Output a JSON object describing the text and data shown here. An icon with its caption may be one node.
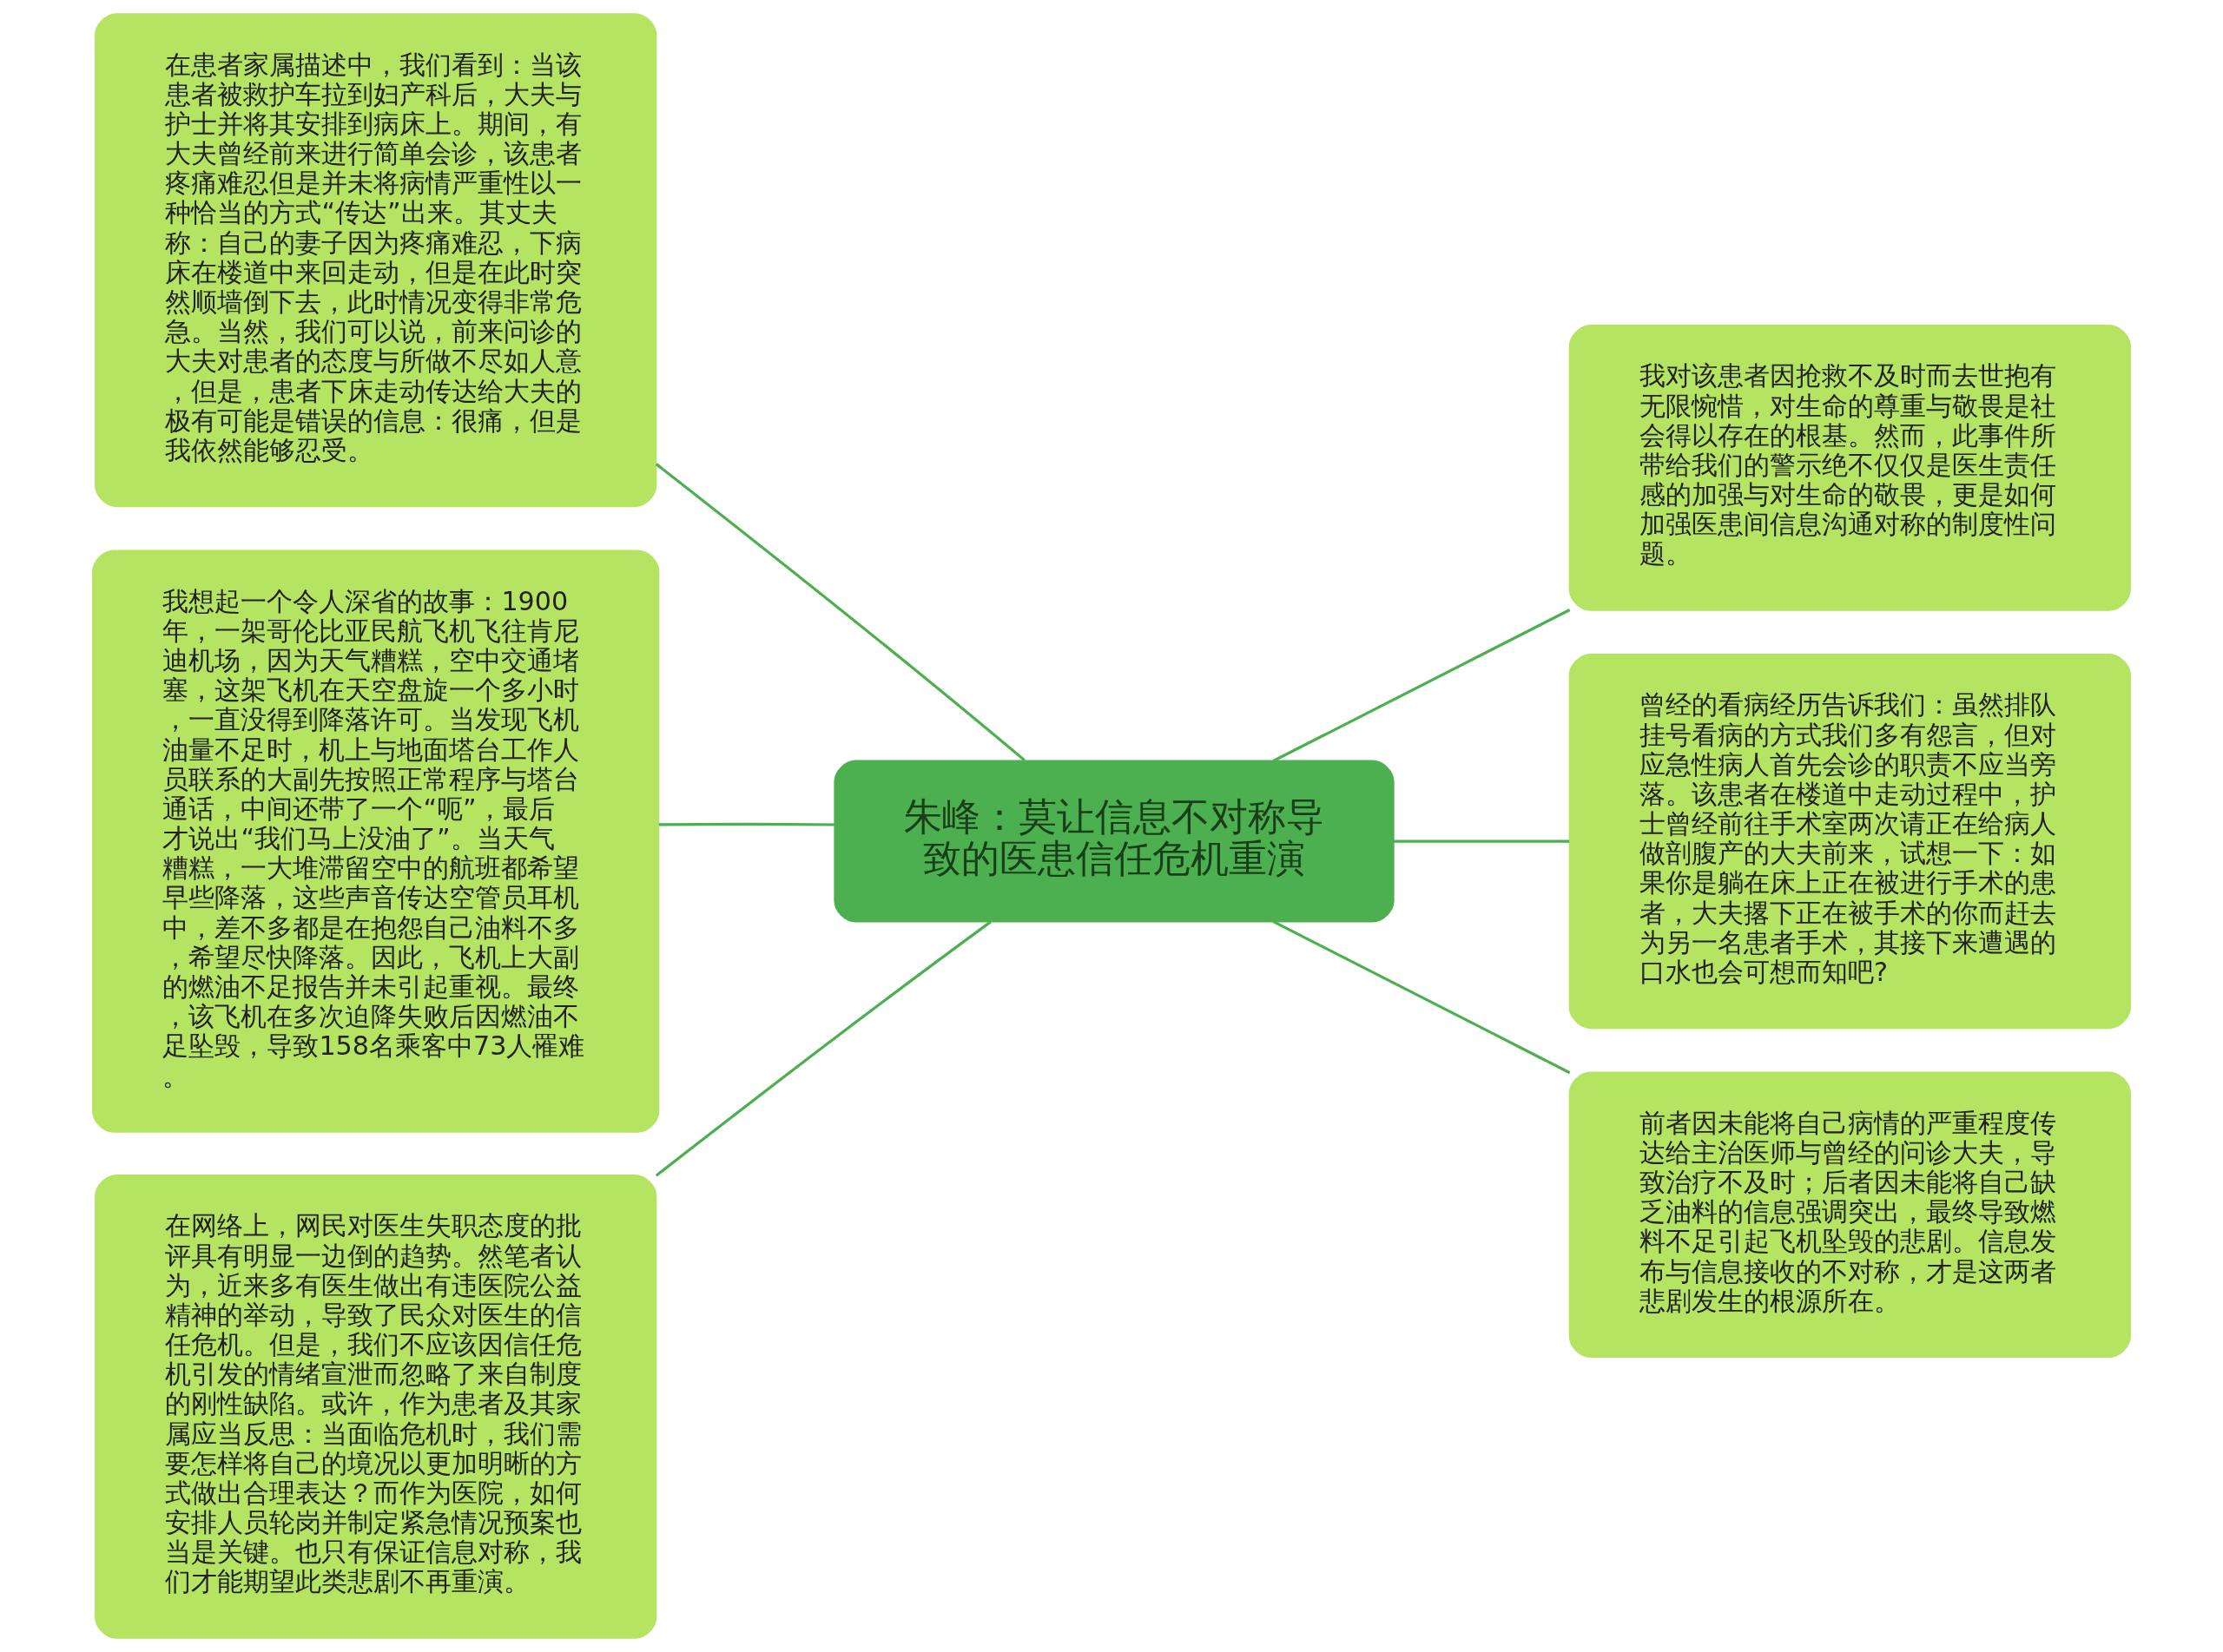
{
  "diagram": {
    "nodes": [
      {
        "text": [
          "朱峰：莫让信息不对称导致的医患信任危机重演"
        ]
      },
      {
        "text": [
          "在患者家属描述中，我们看到：当该患者被救护车拉到妇产科后，大夫与护士并将其安排到病床上。期间，有大夫曾经前来进行简单会诊，该患者疼痛难忍但是并未将病情严重性以一种恰当的方式“传达”出来。其丈夫称：自己的妻子因为疼痛难忍，下病床在楼道中来回走动，但是在此时突然顺墙倒下去，此时情况变得非常危急。当然，我们可以说，前来问诊的大夫对患者的态度与所做不尽如人意，但是，患者下床走动传达给大夫的极有可能是错误的信息：很痛，但是我依然能够忍受。"
        ]
      },
      {
        "text": [
          "我想起一个令人深省的故事：1900年，一架哥伦比亚民航飞机飞往肯尼迪机场，因为天气糟糕，空中交通堵塞，这架飞机在天空盘旋一个多小时，一直没得到降落许可。当发现飞机油量不足时，机上与地面塔台工作人员联系的大副先按照正常程序与塔台通话，中间还带了一个“呃”，最后才说出“我们马上没油了”。当天气糟糕，一大堆滞留空中的航班都希望早些降落，这些声音传达空管员耳机中，差不多都是在抱怨自己油料不多，希望尽快降落。因此，飞机上大副的燃油不足报告并未引起重视。最终，该飞机在多次迫降失败后因燃油不足坠毁，导致158名乘客中73人罹难。"
        ]
      },
      {
        "text": [
          "在网络上，网民对医生失职态度的批评具有明显一边倒的趋势。然笔者认为，近来多有医生做出有违医院公益精神的举动，导致了民众对医生的信任危机。但是，我们不应该因信任危机引发的情绪宣泄而忽略了来自制度的刚性缺陷。或许，作为患者及其家属应当反思：当面临危机时，我们需要怎样将自己的境况以更加明晰的方式做出合理表达？而作为医院，如何安排人员轮岗并制定紧急情况预案也当是关键。也只有保证信息对称，我们才能期望此类悲剧不再重演。"
        ]
      },
      {
        "text": [
          "我对该患者因抢救不及时而去世抱有无限惋惜，对生命的尊重与敬畏是社会得以存在的根基。然而，此事件所带给我们的警示绝不仅仅是医生责任感的加强与对生命的敬畏，更是如何加强医患间信息沟通对称的制度性问题。"
        ]
      },
      {
        "text": [
          "曾经的看病经历告诉我们：虽然排队挂号看病的方式我们多有怨言，但对应急性病人首先会诊的职责不应当旁落。该患者在楼道中走动过程中，护士曾经前往手术室两次请正在给病人做剖腹产的大夫前来，试想一下：如果你是躺在床上正在被进行手术的患者，大夫撂下正在被手术的你而赶去为另一名患者手术，其接下来遭遇的口水也会可想而知吧?"
        ]
      },
      {
        "text": [
          "前者因未能将自己病情的严重程度传达给主治医师与曾经的问诊大夫，导致治疗不及时；后者因未能将自己缺乏油料的信息强调突出，最终导致燃料不足引起飞机坠毁的悲剧。信息发布与信息接收的不对称，才是这两者悲剧发生的根源所在。"
        ]
      }
    ],
    "edges": [
      {
        "from": 0,
        "to": 1,
        "arrow": "none"
      },
      {
        "from": 0,
        "to": 2,
        "arrow": "none"
      },
      {
        "from": 0,
        "to": 3,
        "arrow": "none"
      },
      {
        "from": 0,
        "to": 4,
        "arrow": "none"
      },
      {
        "from": 0,
        "to": 5,
        "arrow": "none"
      },
      {
        "from": 0,
        "to": 6,
        "arrow": "none"
      }
    ]
  }
}
